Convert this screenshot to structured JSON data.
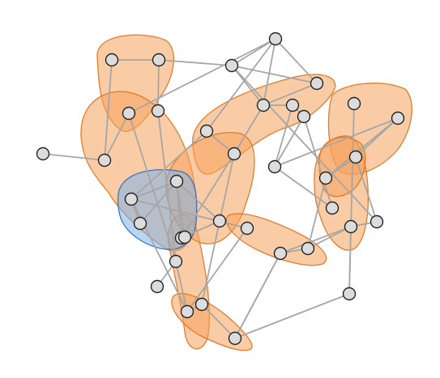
{
  "colors": {
    "background": "#ffffff",
    "hyperedge_fill": "#f6a35c",
    "hyperedge_stroke": "#d9731f",
    "highlight_fill": "#7eb3ea",
    "highlight_stroke": "#2a6cbf",
    "edge": "#a6a6a6",
    "node_fill": "#dcdcdc",
    "node_stroke": "#222222"
  },
  "nodes": [
    "n1",
    "n2",
    "n3",
    "n4",
    "n5",
    "n6",
    "n7",
    "n8",
    "n9",
    "n10",
    "n11",
    "n12",
    "n13",
    "n14",
    "n15",
    "n16",
    "n17",
    "n18",
    "n19",
    "n20",
    "n21",
    "n22",
    "n23",
    "n24",
    "n25",
    "n26",
    "n27",
    "n28",
    "n29",
    "n30",
    "n31",
    "n32",
    "n33",
    "n34",
    "n35",
    "n36",
    "n37"
  ],
  "edges": [
    [
      "n1",
      "n2"
    ],
    [
      "n2",
      "n3"
    ],
    [
      "n3",
      "n4"
    ],
    [
      "n4",
      "n9"
    ],
    [
      "n6",
      "n8"
    ],
    [
      "n6",
      "n10"
    ],
    [
      "n5",
      "n8"
    ],
    [
      "n8",
      "n12"
    ],
    [
      "n12",
      "n15"
    ],
    [
      "n13",
      "n15"
    ],
    [
      "n12",
      "n18"
    ],
    [
      "n12",
      "n26"
    ],
    [
      "n15",
      "n26"
    ],
    [
      "n15",
      "n16"
    ],
    [
      "n16",
      "n19"
    ],
    [
      "n15",
      "n19"
    ],
    [
      "n16",
      "n20"
    ],
    [
      "n16",
      "n21"
    ],
    [
      "n16",
      "n22"
    ],
    [
      "n17",
      "n18"
    ],
    [
      "n18",
      "n24"
    ],
    [
      "n24",
      "n34"
    ],
    [
      "n27",
      "n28"
    ],
    [
      "n30",
      "n32"
    ],
    [
      "n30",
      "n31"
    ],
    [
      "n32",
      "n35"
    ],
    [
      "n32",
      "n31"
    ],
    [
      "n31",
      "n37"
    ],
    [
      "n34",
      "n35"
    ],
    [
      "n34",
      "n36"
    ],
    [
      "n35",
      "n36"
    ],
    [
      "n36",
      "n37"
    ],
    [
      "n37",
      "n9"
    ],
    [
      "n9",
      "n10"
    ],
    [
      "n10",
      "n11"
    ],
    [
      "n11",
      "n14"
    ],
    [
      "n10",
      "n14"
    ],
    [
      "n9",
      "n11"
    ],
    [
      "n9",
      "n14"
    ],
    [
      "n10",
      "n13"
    ],
    [
      "n14",
      "n23"
    ],
    [
      "n23",
      "n25"
    ],
    [
      "n23",
      "n29"
    ],
    [
      "n25",
      "n33"
    ],
    [
      "n25",
      "n29"
    ],
    [
      "n29",
      "n33"
    ],
    [
      "n29",
      "n30"
    ],
    [
      "n14",
      "n17"
    ],
    [
      "n13",
      "n17"
    ],
    [
      "n17",
      "n20"
    ],
    [
      "n20",
      "n21"
    ],
    [
      "n7",
      "n8"
    ],
    [
      "n7",
      "n4"
    ],
    [
      "n2",
      "n6"
    ]
  ],
  "hyperedges": [
    {
      "nodes": [
        "n2",
        "n3",
        "n6"
      ],
      "color": "orange"
    },
    {
      "nodes": [
        "n6",
        "n8",
        "n12",
        "n16",
        "n18"
      ],
      "color": "orange"
    },
    {
      "nodes": [
        "n7",
        "n13",
        "n19",
        "n22",
        "n15"
      ],
      "color": "orange"
    },
    {
      "nodes": [
        "n9",
        "n10",
        "n11",
        "n14"
      ],
      "color": "orange"
    },
    {
      "nodes": [
        "n11",
        "n4",
        "n13",
        "n10"
      ],
      "color": "orange"
    },
    {
      "nodes": [
        "n17",
        "n20",
        "n21",
        "n23"
      ],
      "color": "orange"
    },
    {
      "nodes": [
        "n23",
        "n25",
        "n28"
      ],
      "color": "orange"
    },
    {
      "nodes": [
        "n12",
        "n13",
        "n21",
        "n22",
        "n24"
      ],
      "color": "orange"
    },
    {
      "nodes": [
        "n24",
        "n27",
        "n29",
        "n33"
      ],
      "color": "orange"
    },
    {
      "nodes": [
        "n26",
        "n34",
        "n35",
        "n36"
      ],
      "color": "orange"
    },
    {
      "nodes": [
        "n15",
        "n16",
        "n19",
        "n20",
        "n21"
      ],
      "color": "blue"
    }
  ]
}
